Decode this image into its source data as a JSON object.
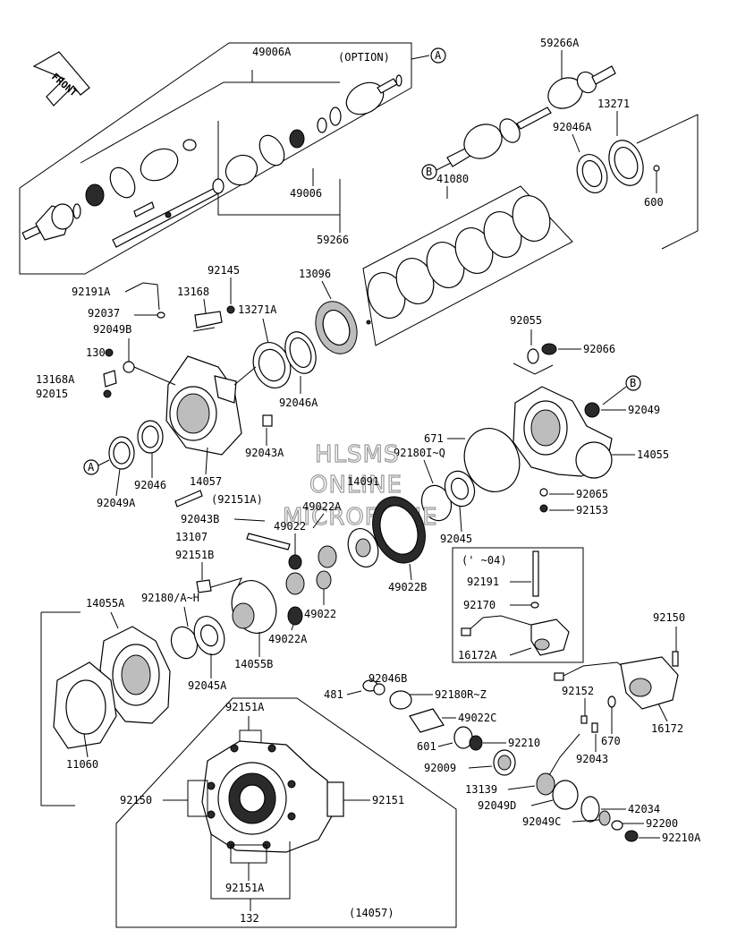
{
  "front_badge": "FRONT",
  "option_label": "(OPTION)",
  "circle_labels": {
    "a1": "A",
    "a2": "A",
    "b1": "B",
    "b2": "B"
  },
  "watermark": [
    "HLSMS",
    "ONLINE",
    "MICROFICHE"
  ],
  "inset_year": "(' ~04)",
  "inset_main": "(14057)",
  "parts": {
    "p49006A": "49006A",
    "p49006": "49006",
    "p59266": "59266",
    "p59266A": "59266A",
    "p13271": "13271",
    "p92046A_top": "92046A",
    "p600": "600",
    "p41080": "41080",
    "p13096": "13096",
    "p92145": "92145",
    "p92191A": "92191A",
    "p13168": "13168",
    "p13271A": "13271A",
    "p92037": "92037",
    "p92049B": "92049B",
    "p130": "130",
    "p13168A": "13168A",
    "p92015": "92015",
    "p92046A_mid": "92046A",
    "p92043A": "92043A",
    "p14057": "14057",
    "p92046": "92046",
    "p92049A": "92049A",
    "p92151A_mid": "(92151A)",
    "p92055": "92055",
    "p92066": "92066",
    "p92049": "92049",
    "p671": "671",
    "p92180": "92180I~Q",
    "p14055": "14055",
    "p14091": "14091",
    "p49022A_top": "49022A",
    "p92043B": "92043B",
    "p49022_a": "49022",
    "p13107": "13107",
    "p92065": "92065",
    "p92153": "92153",
    "p92045": "92045",
    "p92151B": "92151B",
    "p49022B": "49022B",
    "p92180AH": "92180/A~H",
    "p49022_b": "49022",
    "p14055A": "14055A",
    "p49022A_b": "49022A",
    "p14055B": "14055B",
    "p92045A": "92045A",
    "p92191": "92191",
    "p92170": "92170",
    "p16172A": "16172A",
    "p92150_right": "92150",
    "p92046B": "92046B",
    "p481": "481",
    "p92180RZ": "92180R~Z",
    "p49022C": "49022C",
    "p92152": "92152",
    "p16172": "16172",
    "p670": "670",
    "p601": "601",
    "p92210": "92210",
    "p92043_b": "92043",
    "p92009": "92009",
    "p13139": "13139",
    "p92049D": "92049D",
    "p42034": "42034",
    "p92049C": "92049C",
    "p92200": "92200",
    "p92210A": "92210A",
    "p11060": "11060",
    "p92151A_top": "92151A",
    "p92150_inset": "92150",
    "p92151_inset": "92151",
    "p92151A_bot": "92151A",
    "p132": "132"
  }
}
